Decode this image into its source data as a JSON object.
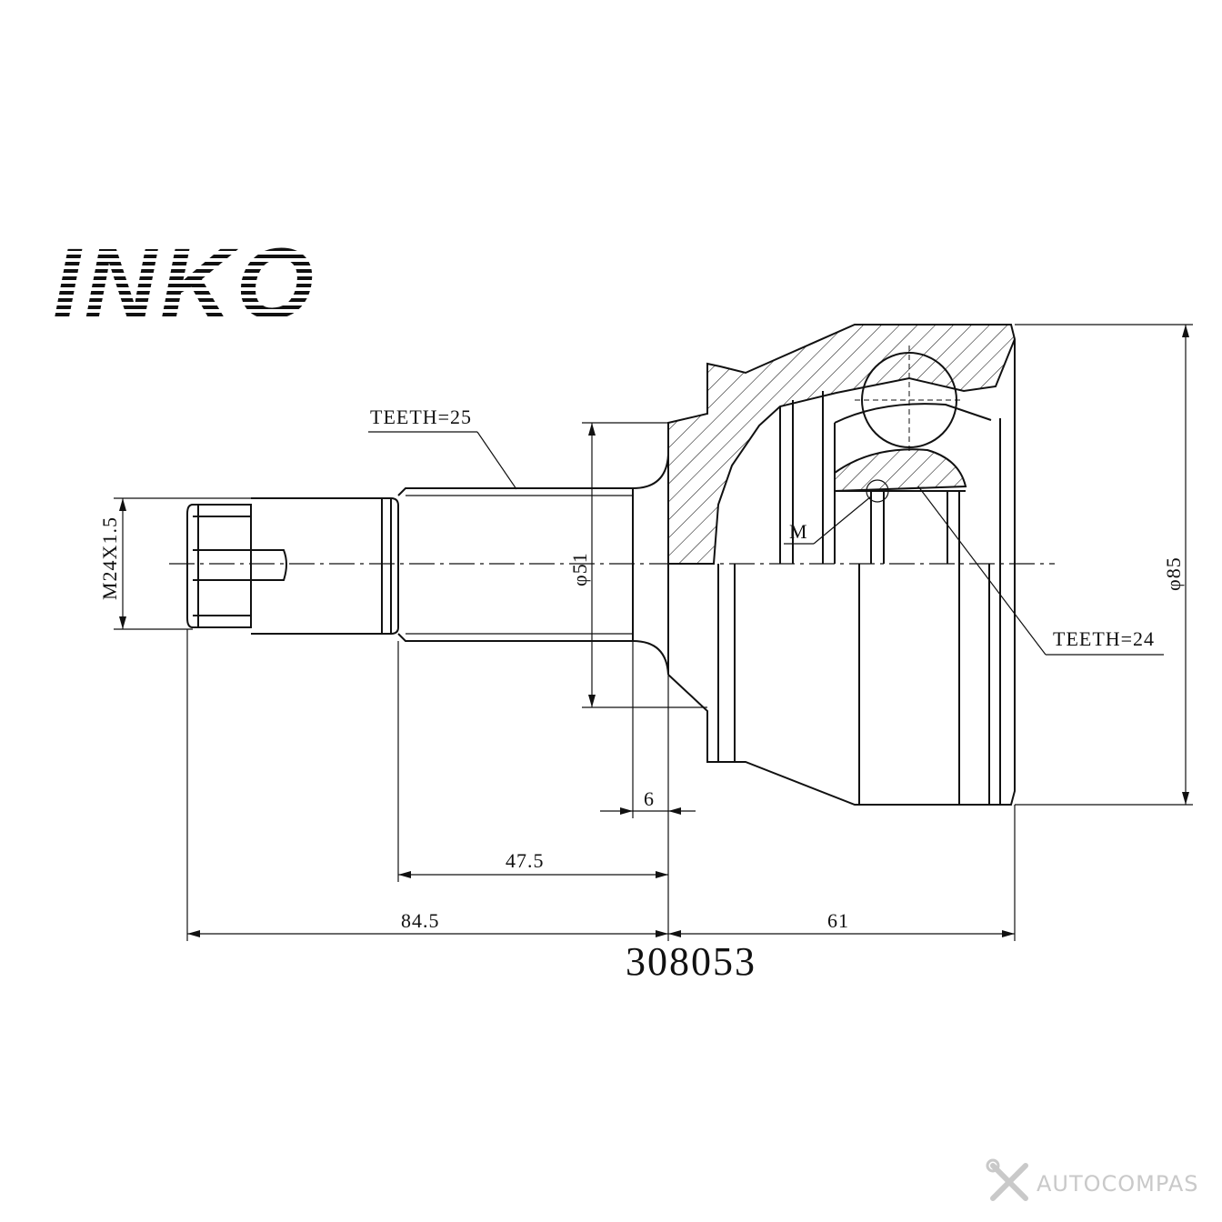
{
  "brand": {
    "logo_text": "INKO"
  },
  "part_number": "308053",
  "labels": {
    "teeth_shaft": "TEETH=25",
    "teeth_hub": "TEETH=24",
    "thread": "M24X1.5",
    "marker": "M"
  },
  "dimensions": {
    "shaft_diameter": "φ51",
    "body_diameter": "φ85",
    "shoulder": "6",
    "spline_length": "47.5",
    "shaft_length": "84.5",
    "body_length": "61"
  },
  "watermark": {
    "text": "AUTOCOMPAS",
    "icon": "cross-wrench-icon"
  }
}
